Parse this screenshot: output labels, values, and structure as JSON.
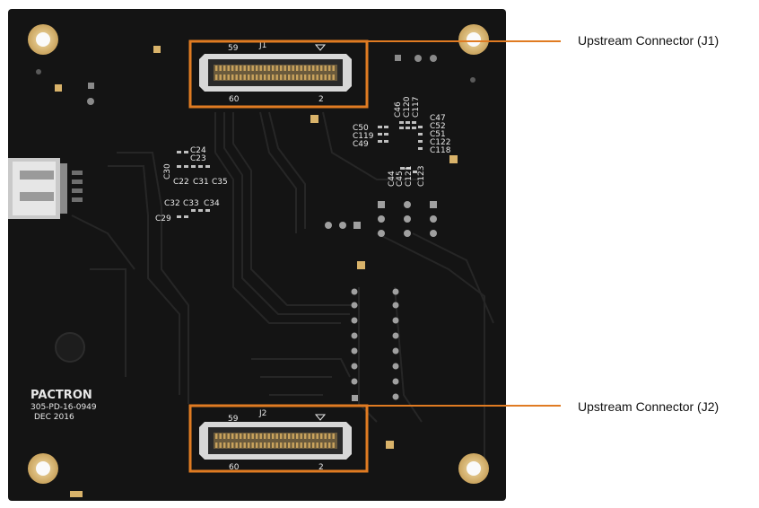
{
  "callouts": {
    "j1": "Upstream Connector (J1)",
    "j2": "Upstream Connector (J2)"
  },
  "connectors": {
    "j1": {
      "ref": "J1",
      "pin_top_left": "59",
      "pin_bottom_left": "60",
      "pin_bottom_right": "2"
    },
    "j2": {
      "ref": "J2",
      "pin_top_left": "59",
      "pin_bottom_left": "60",
      "pin_bottom_right": "2"
    }
  },
  "silkscreen": {
    "brand": "PACTRON",
    "part_number": "305-PD-16-0949",
    "date": "DEC 2016",
    "refs_right": [
      "C46",
      "C120",
      "C50",
      "C119",
      "C49",
      "C47",
      "C52",
      "C51",
      "C117",
      "C122",
      "C118",
      "C44",
      "C45",
      "C121",
      "C123"
    ],
    "refs_left": [
      "C24",
      "C23",
      "C30",
      "C22",
      "C31",
      "C35",
      "C32",
      "C33",
      "C34",
      "C29"
    ]
  },
  "colors": {
    "board": "#141414",
    "highlight": "#e07b22",
    "gold": "#d9b36a"
  }
}
